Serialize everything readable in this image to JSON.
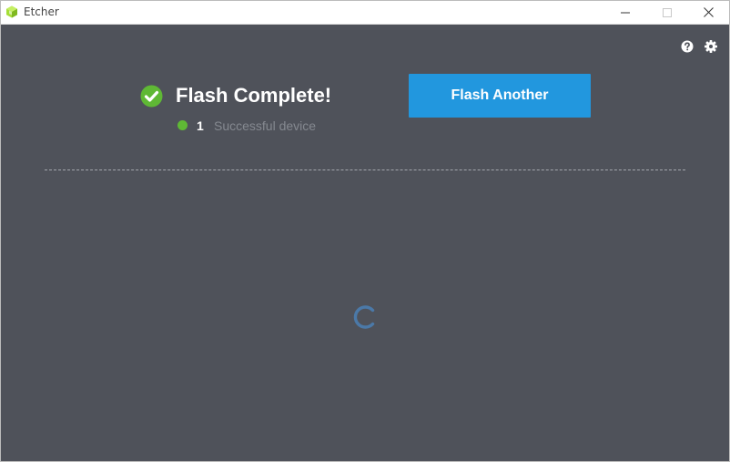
{
  "window": {
    "title": "Etcher",
    "icon": "etcher-cube-icon",
    "controls": [
      "minimize-icon",
      "maximize-icon",
      "close-icon"
    ]
  },
  "toolbar": {
    "icons": [
      "help-icon",
      "settings-icon"
    ]
  },
  "result": {
    "heading": "Flash Complete!",
    "success_count": "1",
    "success_label": "Successful device",
    "status_color": "#5fb835"
  },
  "actions": {
    "flash_another_label": "Flash Another",
    "accent_color": "#2297de"
  },
  "loading": {
    "icon": "loading-spinner-icon"
  },
  "colors": {
    "background": "#4f525a",
    "accent": "#2297de",
    "success": "#5fb835"
  }
}
